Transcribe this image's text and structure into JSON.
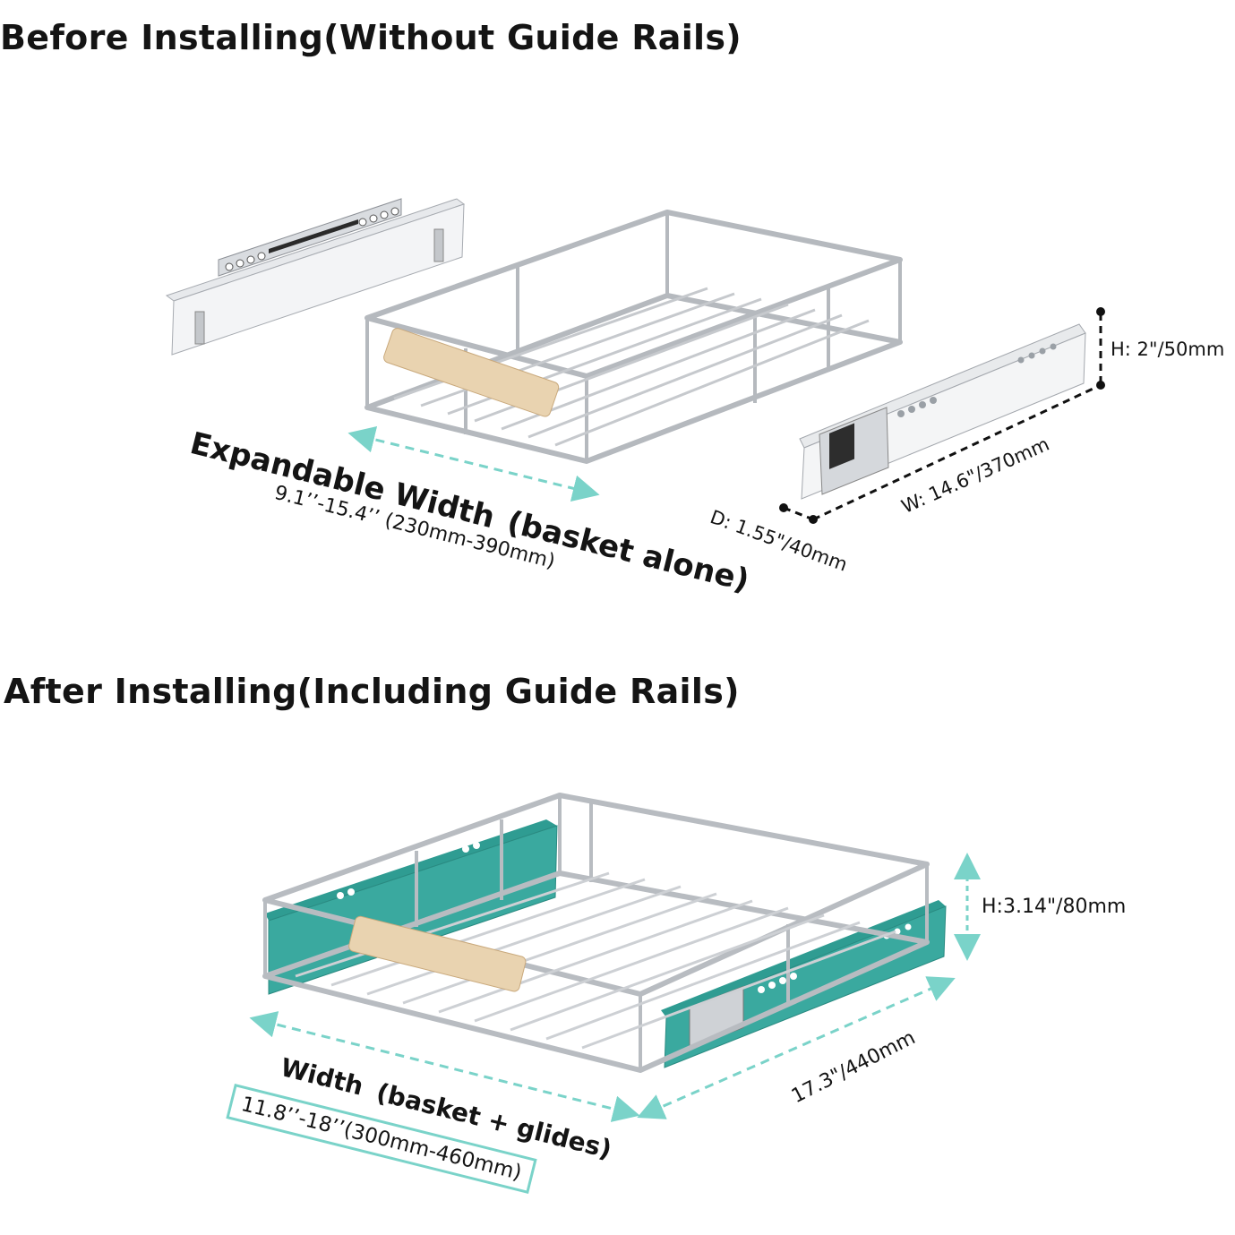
{
  "before": {
    "heading": "Before Installing(Without Guide Rails)",
    "width_title": "Expandable Width",
    "width_suffix": "(basket alone)",
    "width_range": "9.1’’-15.4’’ (230mm-390mm)",
    "rail_height": "H: 2\"/50mm",
    "rail_width": "W: 14.6\"/370mm",
    "rail_depth": "D: 1.55\"/40mm"
  },
  "after": {
    "heading": "After Installing(Including Guide Rails)",
    "height": "H:3.14\"/80mm",
    "width_title": "Width",
    "width_suffix": "(basket + glides)",
    "width_range": "11.8’’-18’’(300mm-460mm)",
    "depth": "17.3\"/440mm"
  },
  "colors": {
    "accent": "#7ad3c9",
    "rail_teal": "#3aa99f",
    "steel": "#c9ccd0",
    "wood": "#e9d3b0"
  }
}
